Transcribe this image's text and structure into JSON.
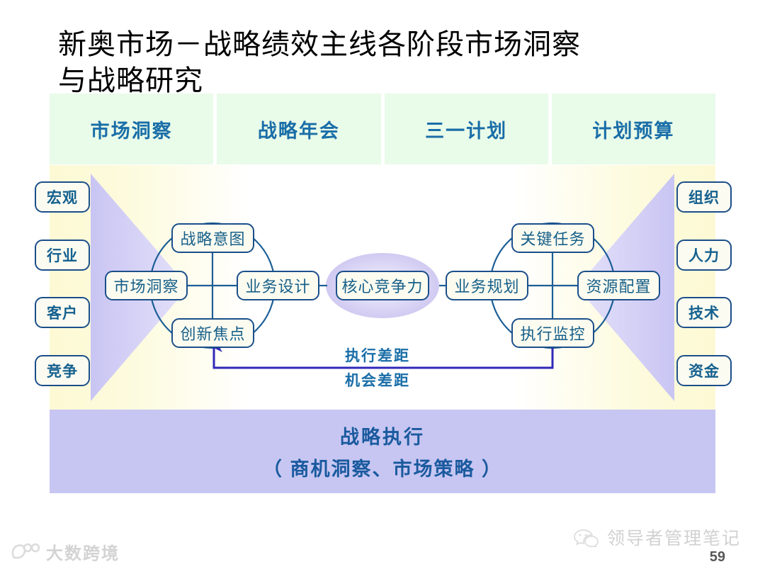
{
  "slide": {
    "title": "新奥市场－战略绩效主线各阶段市场洞察\n与战略研究",
    "page_number": "59"
  },
  "phases": [
    {
      "label": "市场洞察"
    },
    {
      "label": "战略年会"
    },
    {
      "label": "三一计划"
    },
    {
      "label": "计划预算"
    }
  ],
  "left_inputs": [
    {
      "label": "宏观"
    },
    {
      "label": "行业"
    },
    {
      "label": "客户"
    },
    {
      "label": "竞争"
    }
  ],
  "right_inputs": [
    {
      "label": "组织"
    },
    {
      "label": "人力"
    },
    {
      "label": "技术"
    },
    {
      "label": "资金"
    }
  ],
  "left_cluster": {
    "top": "战略意图",
    "left": "市场洞察",
    "right": "业务设计",
    "bottom": "创新焦点"
  },
  "center": {
    "label": "核心竞争力"
  },
  "right_cluster": {
    "top": "关键任务",
    "left": "业务规划",
    "right": "资源配置",
    "bottom": "执行监控"
  },
  "gaps": {
    "execution": "执行差距",
    "opportunity": "机会差距"
  },
  "execution_band": {
    "line1": "战略执行",
    "line2": "（ 商机洞察、市场策略 ）"
  },
  "watermarks": {
    "left_text": "大数跨境",
    "right_text": "领导者管理笔记"
  },
  "colors": {
    "phase_bg": "#e9fbe9",
    "phase_text": "#1a6ea8",
    "panel_cream": "#fdf9d4",
    "funnel_purple": "#cbc8f2",
    "band_purple": "#c7c6f2",
    "node_border": "#1b4f8a",
    "node_text": "#176089",
    "arrow": "#3028b8"
  }
}
